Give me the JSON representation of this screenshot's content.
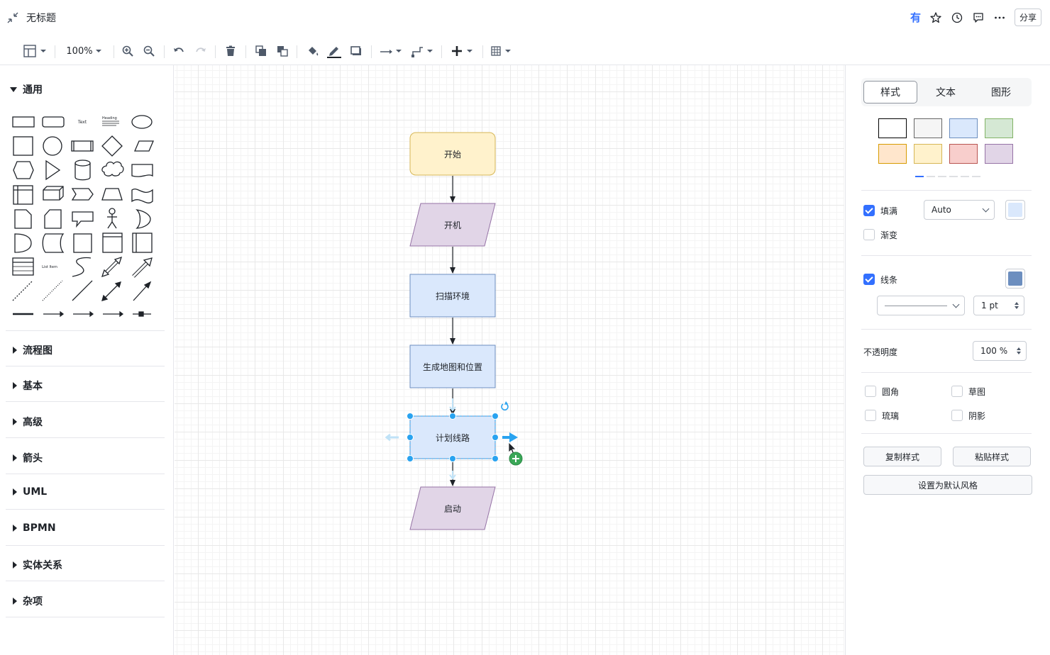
{
  "window": {
    "title": "无标题"
  },
  "header": {
    "you_label": "有",
    "share_label": "分享"
  },
  "toolbar": {
    "zoom": "100%"
  },
  "left_panel": {
    "general_section": "通用",
    "shape_text": {
      "text": "Text",
      "heading": "Heading",
      "list_item": "List Item"
    },
    "categories": [
      "流程图",
      "基本",
      "高级",
      "箭头",
      "UML",
      "BPMN",
      "实体关系",
      "杂项"
    ]
  },
  "diagram": {
    "nodes": [
      {
        "id": "n1",
        "label": "开始",
        "shape": "rounded-rect",
        "fill": "#fff2cc",
        "stroke": "#d6b656"
      },
      {
        "id": "n2",
        "label": "开机",
        "shape": "parallelogram",
        "fill": "#e1d5e7",
        "stroke": "#9673a6"
      },
      {
        "id": "n3",
        "label": "扫描环境",
        "shape": "rect",
        "fill": "#dae8fc",
        "stroke": "#6c8ebf"
      },
      {
        "id": "n4",
        "label": "生成地图和位置",
        "shape": "rect",
        "fill": "#dae8fc",
        "stroke": "#6c8ebf"
      },
      {
        "id": "n5",
        "label": "计划线路",
        "shape": "rect",
        "fill": "#dae8fc",
        "stroke": "#6c8ebf",
        "selected": true
      },
      {
        "id": "n6",
        "label": "启动",
        "shape": "parallelogram",
        "fill": "#e1d5e7",
        "stroke": "#9673a6"
      }
    ],
    "selection_color": "#29a3f0"
  },
  "right_panel": {
    "tabs": [
      {
        "label": "样式",
        "active": true
      },
      {
        "label": "文本",
        "active": false
      },
      {
        "label": "图形",
        "active": false
      }
    ],
    "swatches": [
      {
        "fill": "#ffffff",
        "stroke": "#000000"
      },
      {
        "fill": "#f5f5f5",
        "stroke": "#666666"
      },
      {
        "fill": "#dae8fc",
        "stroke": "#6c8ebf"
      },
      {
        "fill": "#d5e8d4",
        "stroke": "#82b366"
      },
      {
        "fill": "#ffe6cc",
        "stroke": "#d79b00"
      },
      {
        "fill": "#fff2cc",
        "stroke": "#d6b656"
      },
      {
        "fill": "#f8cecc",
        "stroke": "#b85450"
      },
      {
        "fill": "#e1d5e7",
        "stroke": "#9673a6"
      }
    ],
    "fill": {
      "label": "填满",
      "checked": true,
      "mode": "Auto",
      "color": "#dae8fc"
    },
    "gradient": {
      "label": "渐变",
      "checked": false
    },
    "line": {
      "label": "线条",
      "checked": true,
      "color": "#6c8ebf",
      "width": "1 pt"
    },
    "opacity": {
      "label": "不透明度",
      "value": "100 %"
    },
    "options": [
      {
        "label": "圆角",
        "checked": false
      },
      {
        "label": "草图",
        "checked": false
      },
      {
        "label": "琉璃",
        "checked": false
      },
      {
        "label": "阴影",
        "checked": false
      }
    ],
    "buttons": {
      "copy_style": "复制样式",
      "paste_style": "粘贴样式",
      "set_default": "设置为默认风格"
    }
  }
}
